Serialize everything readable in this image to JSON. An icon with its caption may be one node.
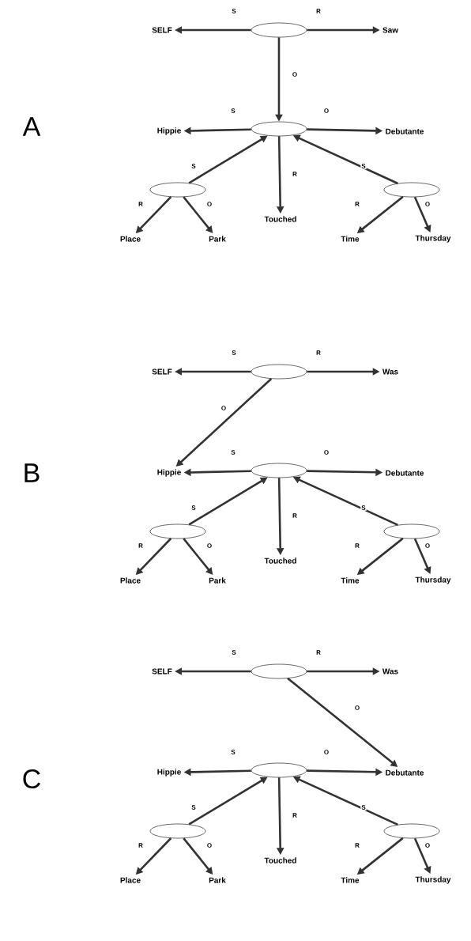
{
  "diagram": {
    "nodes": [
      {
        "text": [
          "SELF"
        ]
      },
      {
        "text": [],
        "shape": "ellipse"
      },
      {
        "text": [
          "Saw"
        ]
      },
      {
        "text": [
          "Hippie"
        ]
      },
      {
        "text": [],
        "shape": "ellipse"
      },
      {
        "text": [
          "Debutante"
        ]
      },
      {
        "text": [],
        "shape": "ellipse"
      },
      {
        "text": [],
        "shape": "ellipse"
      },
      {
        "text": [
          "Touched"
        ]
      },
      {
        "text": [
          "Place"
        ]
      },
      {
        "text": [
          "Park"
        ]
      },
      {
        "text": [
          "Time"
        ]
      },
      {
        "text": [
          "Thursday"
        ]
      },
      {
        "text": [
          "SELF"
        ]
      },
      {
        "text": [],
        "shape": "ellipse"
      },
      {
        "text": [
          "Was"
        ]
      },
      {
        "text": [
          "Hippie"
        ]
      },
      {
        "text": [],
        "shape": "ellipse"
      },
      {
        "text": [
          "Debutante"
        ]
      },
      {
        "text": [],
        "shape": "ellipse"
      },
      {
        "text": [],
        "shape": "ellipse"
      },
      {
        "text": [
          "Touched"
        ]
      },
      {
        "text": [
          "Place"
        ]
      },
      {
        "text": [
          "Park"
        ]
      },
      {
        "text": [
          "Time"
        ]
      },
      {
        "text": [
          "Thursday"
        ]
      },
      {
        "text": [
          "SELF"
        ]
      },
      {
        "text": [],
        "shape": "ellipse"
      },
      {
        "text": [
          "Was"
        ]
      },
      {
        "text": [
          "Hippie"
        ]
      },
      {
        "text": [],
        "shape": "ellipse"
      },
      {
        "text": [
          "Debutante"
        ]
      },
      {
        "text": [],
        "shape": "ellipse"
      },
      {
        "text": [],
        "shape": "ellipse"
      },
      {
        "text": [
          "Touched"
        ]
      },
      {
        "text": [
          "Place"
        ]
      },
      {
        "text": [
          "Park"
        ]
      },
      {
        "text": [
          "Time"
        ]
      },
      {
        "text": [
          "Thursday"
        ]
      }
    ],
    "edges": [
      {
        "from": 1,
        "to": 0,
        "arrow": "to",
        "label": "S"
      },
      {
        "from": 1,
        "to": 2,
        "arrow": "to",
        "label": "R"
      },
      {
        "from": 1,
        "to": 4,
        "arrow": "to",
        "label": "O"
      },
      {
        "from": 4,
        "to": 3,
        "arrow": "to",
        "label": "S"
      },
      {
        "from": 4,
        "to": 5,
        "arrow": "to",
        "label": "O"
      },
      {
        "from": 6,
        "to": 4,
        "arrow": "to",
        "label": "S"
      },
      {
        "from": 7,
        "to": 4,
        "arrow": "to",
        "label": "S"
      },
      {
        "from": 4,
        "to": 8,
        "arrow": "to",
        "label": "R"
      },
      {
        "from": 6,
        "to": 9,
        "arrow": "to",
        "label": "R"
      },
      {
        "from": 6,
        "to": 10,
        "arrow": "to",
        "label": "O"
      },
      {
        "from": 7,
        "to": 11,
        "arrow": "to",
        "label": "R"
      },
      {
        "from": 7,
        "to": 12,
        "arrow": "to",
        "label": "O"
      },
      {
        "from": 14,
        "to": 13,
        "arrow": "to",
        "label": "S"
      },
      {
        "from": 14,
        "to": 15,
        "arrow": "to",
        "label": "R"
      },
      {
        "from": 14,
        "to": 16,
        "arrow": "to",
        "label": "O"
      },
      {
        "from": 17,
        "to": 16,
        "arrow": "to",
        "label": "S"
      },
      {
        "from": 17,
        "to": 18,
        "arrow": "to",
        "label": "O"
      },
      {
        "from": 19,
        "to": 17,
        "arrow": "to",
        "label": "S"
      },
      {
        "from": 20,
        "to": 17,
        "arrow": "to",
        "label": "S"
      },
      {
        "from": 17,
        "to": 21,
        "arrow": "to",
        "label": "R"
      },
      {
        "from": 19,
        "to": 22,
        "arrow": "to",
        "label": "R"
      },
      {
        "from": 19,
        "to": 23,
        "arrow": "to",
        "label": "O"
      },
      {
        "from": 20,
        "to": 24,
        "arrow": "to",
        "label": "R"
      },
      {
        "from": 20,
        "to": 25,
        "arrow": "to",
        "label": "O"
      },
      {
        "from": 27,
        "to": 26,
        "arrow": "to",
        "label": "S"
      },
      {
        "from": 27,
        "to": 28,
        "arrow": "to",
        "label": "R"
      },
      {
        "from": 27,
        "to": 31,
        "arrow": "to",
        "label": "O"
      },
      {
        "from": 30,
        "to": 29,
        "arrow": "to",
        "label": "S"
      },
      {
        "from": 30,
        "to": 31,
        "arrow": "to",
        "label": "O"
      },
      {
        "from": 32,
        "to": 30,
        "arrow": "to",
        "label": "S"
      },
      {
        "from": 33,
        "to": 30,
        "arrow": "to",
        "label": "S"
      },
      {
        "from": 30,
        "to": 34,
        "arrow": "to",
        "label": "R"
      },
      {
        "from": 32,
        "to": 35,
        "arrow": "to",
        "label": "R"
      },
      {
        "from": 32,
        "to": 36,
        "arrow": "to",
        "label": "O"
      },
      {
        "from": 33,
        "to": 37,
        "arrow": "to",
        "label": "R"
      },
      {
        "from": 33,
        "to": 38,
        "arrow": "to",
        "label": "O"
      }
    ],
    "labels": [
      "A",
      "B",
      "C"
    ]
  }
}
